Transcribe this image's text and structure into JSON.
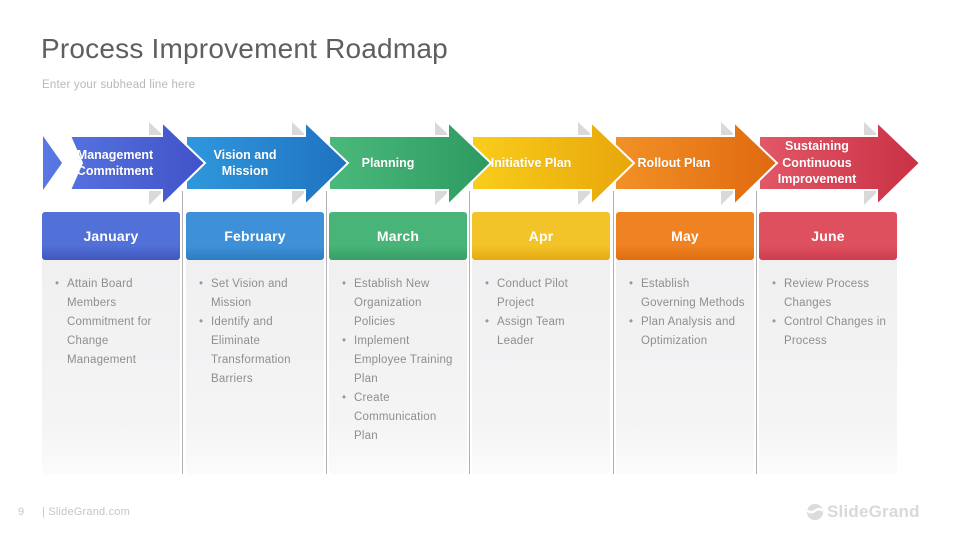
{
  "slide": {
    "title": "Process Improvement Roadmap",
    "subtitle": "Enter your subhead line here",
    "footer": {
      "page_number": "9",
      "site": "| SlideGrand.com",
      "brand": "SlideGrand"
    }
  },
  "stages": [
    {
      "arrow_label": "Management Commitment",
      "month": "January",
      "arrow_color": "#5A78E3",
      "arrow_color_dark": "#4152C8",
      "header_color": "#5170D8",
      "header_color_dark": "#4157BC",
      "bullets": [
        "Attain Board Members Commitment for Change Management"
      ]
    },
    {
      "arrow_label": "Vision and Mission",
      "month": "February",
      "arrow_color": "#2F98DD",
      "arrow_color_dark": "#1F72C0",
      "header_color": "#3E91D8",
      "header_color_dark": "#2E7CC2",
      "bullets": [
        "Set Vision and Mission",
        "Identify and Eliminate Transformation Barriers"
      ]
    },
    {
      "arrow_label": "Planning",
      "month": "March",
      "arrow_color": "#4BB97B",
      "arrow_color_dark": "#2D9A61",
      "header_color": "#49B478",
      "header_color_dark": "#379E64",
      "bullets": [
        "Establish New Organization Policies",
        "Implement Employee Training Plan",
        "Create Communication Plan"
      ]
    },
    {
      "arrow_label": "Initiative Plan",
      "month": "Apr",
      "arrow_color": "#F9CD1B",
      "arrow_color_dark": "#E7A60B",
      "header_color": "#F3C32A",
      "header_color_dark": "#E5A90F",
      "bullets": [
        "Conduct Pilot Project",
        "Assign Team Leader"
      ]
    },
    {
      "arrow_label": "Rollout Plan",
      "month": "May",
      "arrow_color": "#F29127",
      "arrow_color_dark": "#E0690F",
      "header_color": "#EF8222",
      "header_color_dark": "#DF6D10",
      "bullets": [
        "Establish Governing Methods",
        "Plan Analysis and Optimization"
      ]
    },
    {
      "arrow_label": "Sustaining Continuous Improvement",
      "month": "June",
      "arrow_color": "#E35767",
      "arrow_color_dark": "#C93145",
      "header_color": "#DF505F",
      "header_color_dark": "#CE3C4F",
      "bullets": [
        "Review Process Changes",
        "Control Changes in Process"
      ]
    }
  ],
  "theme": {
    "shadow_color": "#d9d9d9",
    "divider_color": "#b1b1b1",
    "body_text_color": "#8e8e8e"
  }
}
